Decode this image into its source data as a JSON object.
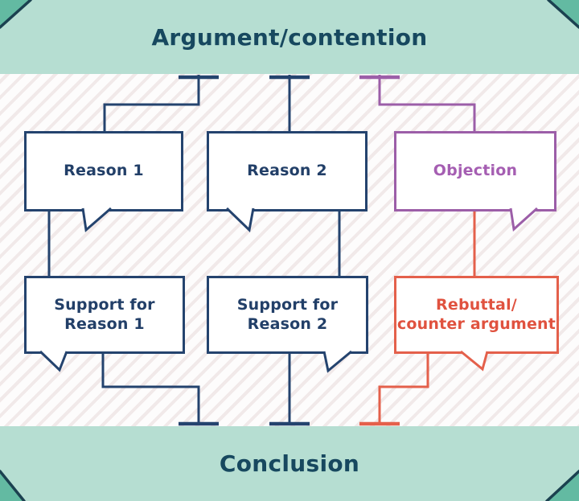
{
  "banners": {
    "top": "Argument/contention",
    "bottom": "Conclusion"
  },
  "boxes": {
    "reason1": "Reason 1",
    "reason2": "Reason 2",
    "objection": "Objection",
    "support1": "Support for\nReason 1",
    "support2": "Support for\nReason 2",
    "rebuttal": "Rebuttal/\ncounter argument"
  },
  "theme": {
    "banner": "#b6ded2",
    "title": "#17485f",
    "corner": "#63baa2",
    "corner-edge": "#1b4150",
    "navy": "#24436e",
    "navy-text": "#223f68",
    "purple": "#9c5ea8",
    "purple-text": "#a55eb2",
    "orange": "#e4604b",
    "orange-text": "#e0523f",
    "stripe": "rgba(214,190,190,0.30)"
  }
}
